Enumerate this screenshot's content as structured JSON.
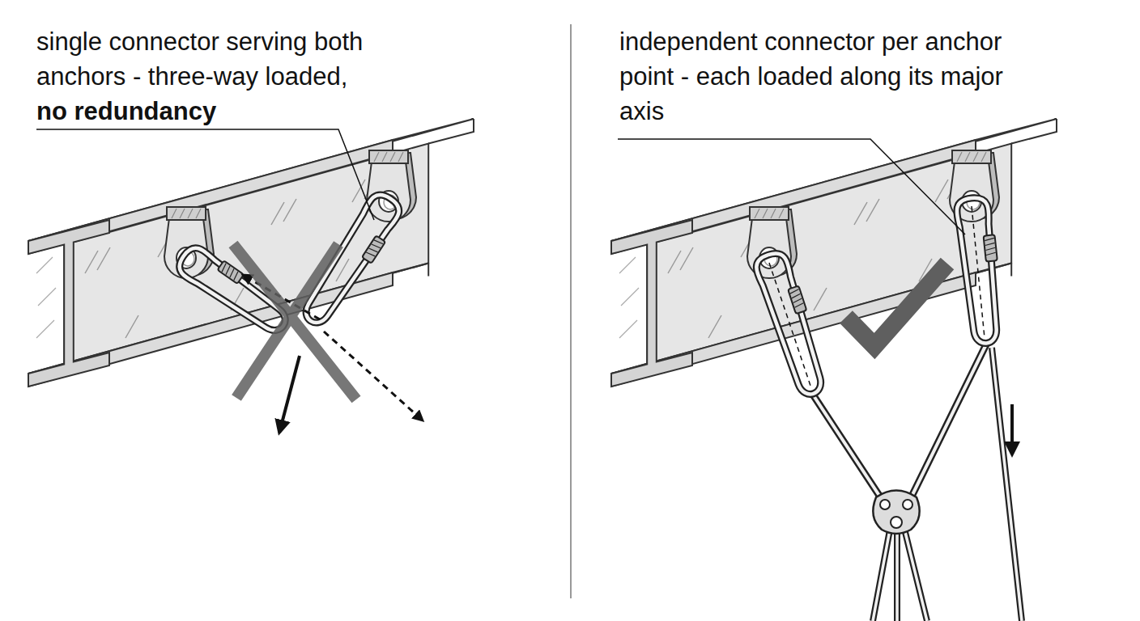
{
  "diagram": {
    "labels": [
      "single connector serving both anchors - three-way loaded,",
      "no redundancy",
      "independent connector per anchor point - each loaded along its major axis"
    ]
  }
}
